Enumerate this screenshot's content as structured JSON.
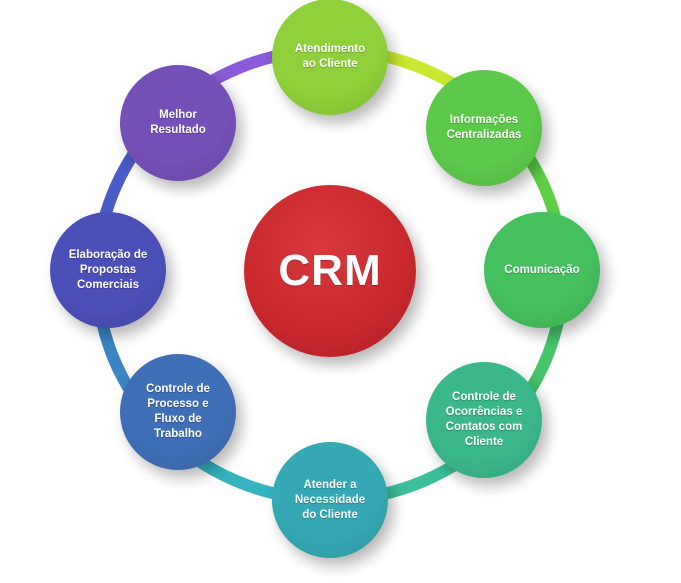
{
  "diagram": {
    "title": "CRM",
    "center": {
      "label": "CRM",
      "color": "#c8282c"
    },
    "nodes": [
      {
        "label": "Atendimento ao Cliente",
        "lines": [
          "Atendimento",
          "ao Cliente"
        ],
        "color": "#8fd13a"
      },
      {
        "label": "Informações Centralizadas",
        "lines": [
          "Informações",
          "Centralizadas"
        ],
        "color": "#5cc94a"
      },
      {
        "label": "Comunicação",
        "lines": [
          "Comunicação"
        ],
        "color": "#45c05e"
      },
      {
        "label": "Controle de Ocorrências e Contatos com Cliente",
        "lines": [
          "Controle de",
          "Ocorrências e",
          "Contatos com",
          "Cliente"
        ],
        "color": "#3ab88a"
      },
      {
        "label": "Atender a Necessidade do Cliente",
        "lines": [
          "Atender a",
          "Necessidade",
          "do Cliente"
        ],
        "color": "#34a9b3"
      },
      {
        "label": "Controle de Processo e Fluxo de Trabalho",
        "lines": [
          "Controle de",
          "Processo e",
          "Fluxo de",
          "Trabalho"
        ],
        "color": "#3f6fb6"
      },
      {
        "label": "Elaboração de Propostas Comerciais",
        "lines": [
          "Elaboração de",
          "Propostas",
          "Comerciais"
        ],
        "color": "#4b4fb8"
      },
      {
        "label": "Melhor Resultado",
        "lines": [
          "Melhor",
          "Resultado"
        ],
        "color": "#7550b8"
      }
    ],
    "ring_colors": [
      "#c8e832",
      "#5ccf45",
      "#45c46a",
      "#3bbf9a",
      "#35b4c0",
      "#3a86c4",
      "#4a5cc6",
      "#8a5ad8"
    ]
  }
}
